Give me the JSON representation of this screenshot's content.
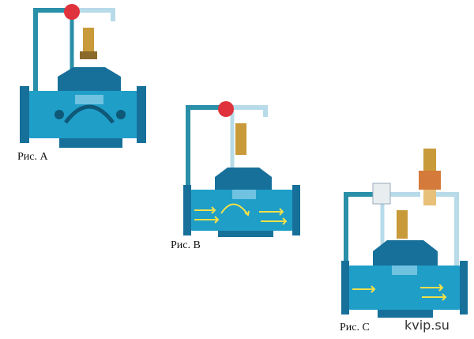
{
  "figures": [
    {
      "id": "A",
      "caption": "Рис. А"
    },
    {
      "id": "B",
      "caption": "Рис. B"
    },
    {
      "id": "C",
      "caption": "Рис. C"
    }
  ],
  "watermark": "kvip.su",
  "colors": {
    "valve_body": "#1f9ec8",
    "valve_dark": "#17709a",
    "pipe_active": "#2a8fa8",
    "pipe_light": "#b7dbe8",
    "pilot_valve": "#e0323c",
    "brass": "#c99a3a",
    "flow_arrow": "#f2e04a"
  }
}
